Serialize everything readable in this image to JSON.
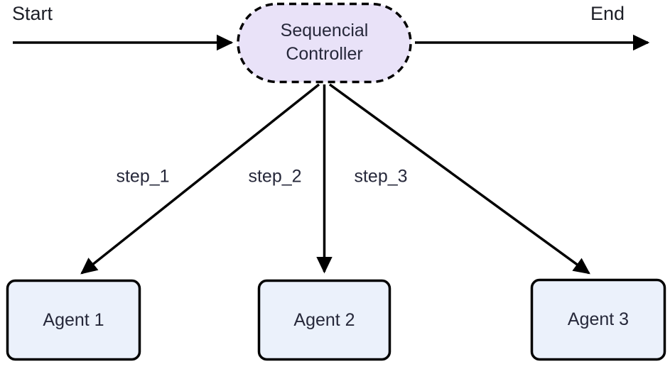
{
  "diagram": {
    "title": "sequential-controller-flow",
    "nodes": {
      "controller": {
        "label": "Sequencial Controller",
        "fill": "#e9e2f8",
        "border_color": "#000000",
        "border_style": "dashed",
        "shape": "stadium"
      },
      "agent1": {
        "label": "Agent 1",
        "fill": "#ebf1fb",
        "border_color": "#000000",
        "shape": "rounded-rect"
      },
      "agent2": {
        "label": "Agent 2",
        "fill": "#ebf1fb",
        "border_color": "#000000",
        "shape": "rounded-rect"
      },
      "agent3": {
        "label": "Agent 3",
        "fill": "#ebf1fb",
        "border_color": "#000000",
        "shape": "rounded-rect"
      }
    },
    "edges": {
      "start": {
        "label": "Start",
        "from": "start",
        "to": "controller"
      },
      "end": {
        "label": "End",
        "from": "controller",
        "to": "end"
      },
      "step1": {
        "label": "step_1",
        "from": "controller",
        "to": "agent1"
      },
      "step2": {
        "label": "step_2",
        "from": "controller",
        "to": "agent2"
      },
      "step3": {
        "label": "step_3",
        "from": "controller",
        "to": "agent3"
      }
    },
    "colors": {
      "edge_stroke": "#000000",
      "text": "#26283a",
      "flow_label_text": "#1c1e26",
      "background": "#ffffff"
    }
  }
}
